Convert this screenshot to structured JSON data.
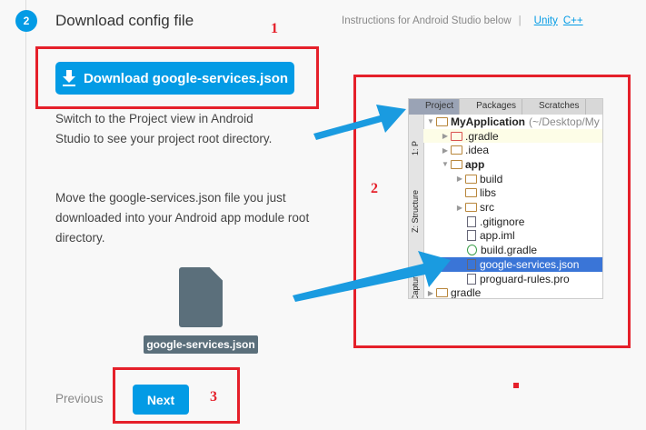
{
  "step": {
    "number": "2",
    "title": "Download config file"
  },
  "instructions": {
    "text": "Instructions for Android Studio below",
    "separator": "|",
    "links": [
      "Unity",
      "C++"
    ]
  },
  "download_button": {
    "label": "Download google-services.json",
    "icon": "download-icon"
  },
  "paragraphs": [
    "Switch to the Project view in Android Studio to see your project root directory.",
    "Move the google-services.json file you just downloaded into your Android app module root directory."
  ],
  "file_label": "google-services.json",
  "nav": {
    "previous": "Previous",
    "next": "Next"
  },
  "annotations": [
    "1",
    "2",
    "3"
  ],
  "colors": {
    "accent": "#039be5",
    "annotation": "#e5202a"
  },
  "ide": {
    "tabs": [
      "Project",
      "Packages",
      "Scratches"
    ],
    "side_tabs": [
      "1: P",
      "Z: Structure",
      "Captures"
    ],
    "tree": [
      {
        "name": "MyApplication",
        "suffix": "(~/Desktop/My",
        "indent": 0,
        "arrow": "▼",
        "icon": "module"
      },
      {
        "name": ".gradle",
        "indent": 1,
        "arrow": "▶",
        "icon": "folder-red"
      },
      {
        "name": ".idea",
        "indent": 1,
        "arrow": "▶",
        "icon": "folder"
      },
      {
        "name": "app",
        "indent": 1,
        "arrow": "▼",
        "icon": "module"
      },
      {
        "name": "build",
        "indent": 2,
        "arrow": "▶",
        "icon": "folder"
      },
      {
        "name": "libs",
        "indent": 2,
        "arrow": "",
        "icon": "folder"
      },
      {
        "name": "src",
        "indent": 2,
        "arrow": "▶",
        "icon": "folder"
      },
      {
        "name": ".gitignore",
        "indent": 2,
        "arrow": "",
        "icon": "file"
      },
      {
        "name": "app.iml",
        "indent": 2,
        "arrow": "",
        "icon": "file"
      },
      {
        "name": "build.gradle",
        "indent": 2,
        "arrow": "",
        "icon": "gradle"
      },
      {
        "name": "google-services.json",
        "indent": 2,
        "arrow": "",
        "icon": "json",
        "selected": true
      },
      {
        "name": "proguard-rules.pro",
        "indent": 2,
        "arrow": "",
        "icon": "file"
      },
      {
        "name": "gradle",
        "indent": 0,
        "arrow": "▶",
        "icon": "folder"
      }
    ]
  }
}
